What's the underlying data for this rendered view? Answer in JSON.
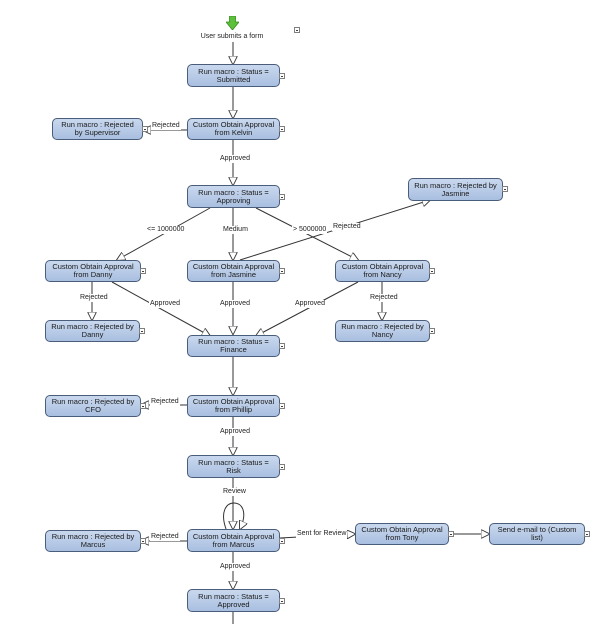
{
  "workflow": {
    "start_label": "User submits a form",
    "nodes": {
      "n_submitted": "Run macro : Status = Submitted",
      "n_kelvin": "Custom Obtain Approval from Kelvin",
      "n_rej_supervisor": "Run macro : Rejected by Supervisor",
      "n_approving": "Run macro : Status = Approving",
      "n_rej_jasmine": "Run macro : Rejected by Jasmine",
      "n_danny": "Custom Obtain Approval from Danny",
      "n_jasmine": "Custom Obtain Approval from Jasmine",
      "n_nancy": "Custom Obtain Approval from Nancy",
      "n_rej_danny": "Run macro : Rejected by Danny",
      "n_finance": "Run macro : Status = Finance",
      "n_rej_nancy": "Run macro : Rejected by Nancy",
      "n_rej_cfo": "Run macro : Rejected by CFO",
      "n_phillip": "Custom Obtain Approval from Phillip",
      "n_risk": "Run macro : Status = Risk",
      "n_rej_marcus": "Run macro : Rejected by Marcus",
      "n_marcus": "Custom Obtain Approval from Marcus",
      "n_tony": "Custom Obtain Approval from Tony",
      "n_email": "Send e-mail to (Custom list)",
      "n_approved": "Run macro : Status = Approved"
    },
    "edge_labels": {
      "rejected_1": "Rejected",
      "approved_1": "Approved",
      "le_1000000": "<= 1000000",
      "medium": "Medium",
      "gt_5000000": "> 5000000",
      "rejected_jasmine": "Rejected",
      "rejected_danny": "Rejected",
      "approved_danny": "Approved",
      "approved_jasmine": "Approved",
      "approved_nancy": "Approved",
      "rejected_nancy": "Rejected",
      "rejected_cfo": "Rejected",
      "approved_phillip": "Approved",
      "review": "Review",
      "rejected_marcus": "Rejected",
      "sent_for_review": "Sent for Review",
      "approved_marcus": "Approved"
    }
  }
}
